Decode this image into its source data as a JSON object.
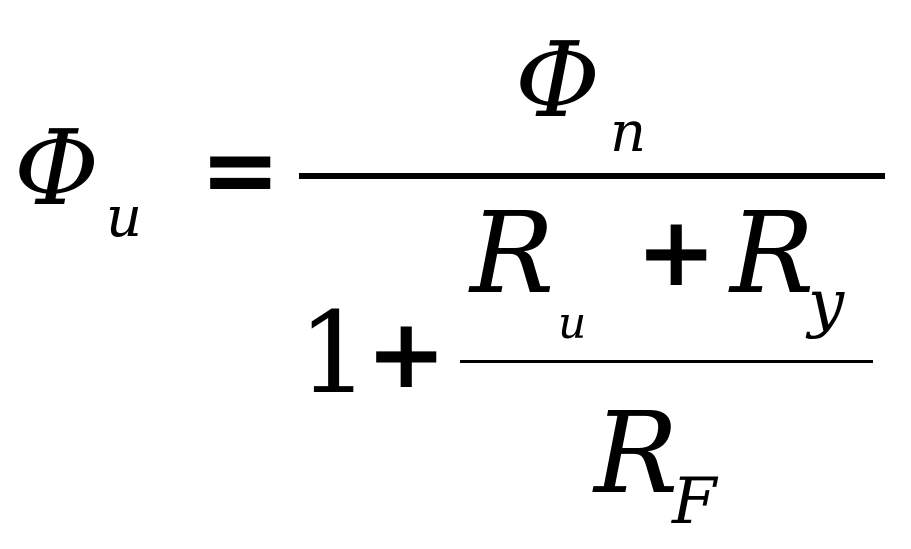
{
  "formula": {
    "lhs": {
      "symbol": "Φ",
      "subscript": "u"
    },
    "equals": "=",
    "numerator": {
      "symbol": "Φ",
      "subscript": "n"
    },
    "denominator": {
      "one": "1",
      "plus": "+",
      "inner_numerator": {
        "term1": {
          "symbol": "R",
          "subscript": "u"
        },
        "plus": "+",
        "term2": {
          "symbol": "R",
          "subscript": "y"
        }
      },
      "inner_denominator": {
        "symbol": "R",
        "subscript": "F"
      }
    }
  }
}
